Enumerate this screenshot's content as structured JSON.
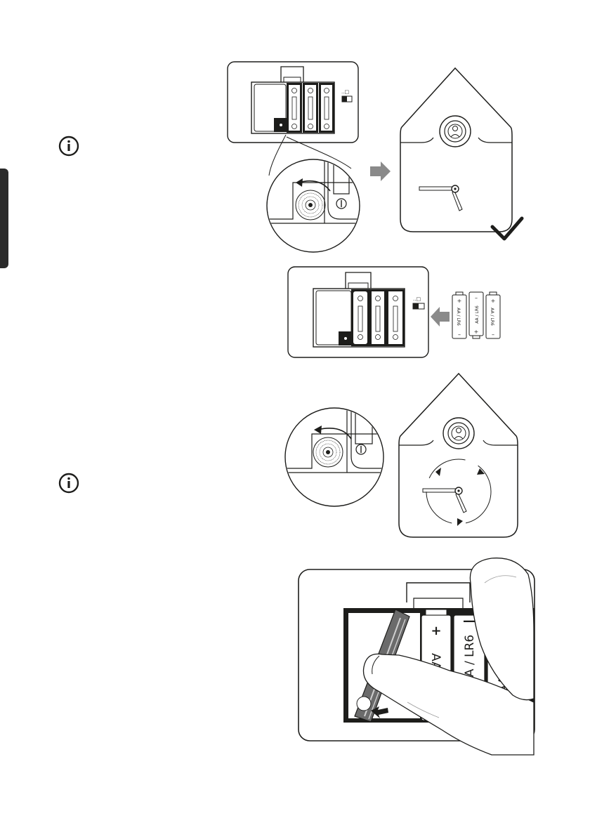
{
  "page": {
    "background": "#ffffff",
    "ink": "#1d1d1b",
    "arrow_gray": "#8a8a8a"
  },
  "icons": [
    "info-icon",
    "info-icon",
    "checkmark-icon",
    "arrow-right-icon",
    "arrow-left-icon",
    "rotate-arrow-icon"
  ],
  "batteries": {
    "label_normal": "AA / LR6",
    "label_inverted": "AA / LR6",
    "plus": "+",
    "minus": "–"
  },
  "photo_batteries": {
    "label_1": "AA / L",
    "label_2": "AA / LR6",
    "label_3": "AA",
    "plus": "+",
    "minus": "—"
  },
  "switch_label": "..□"
}
